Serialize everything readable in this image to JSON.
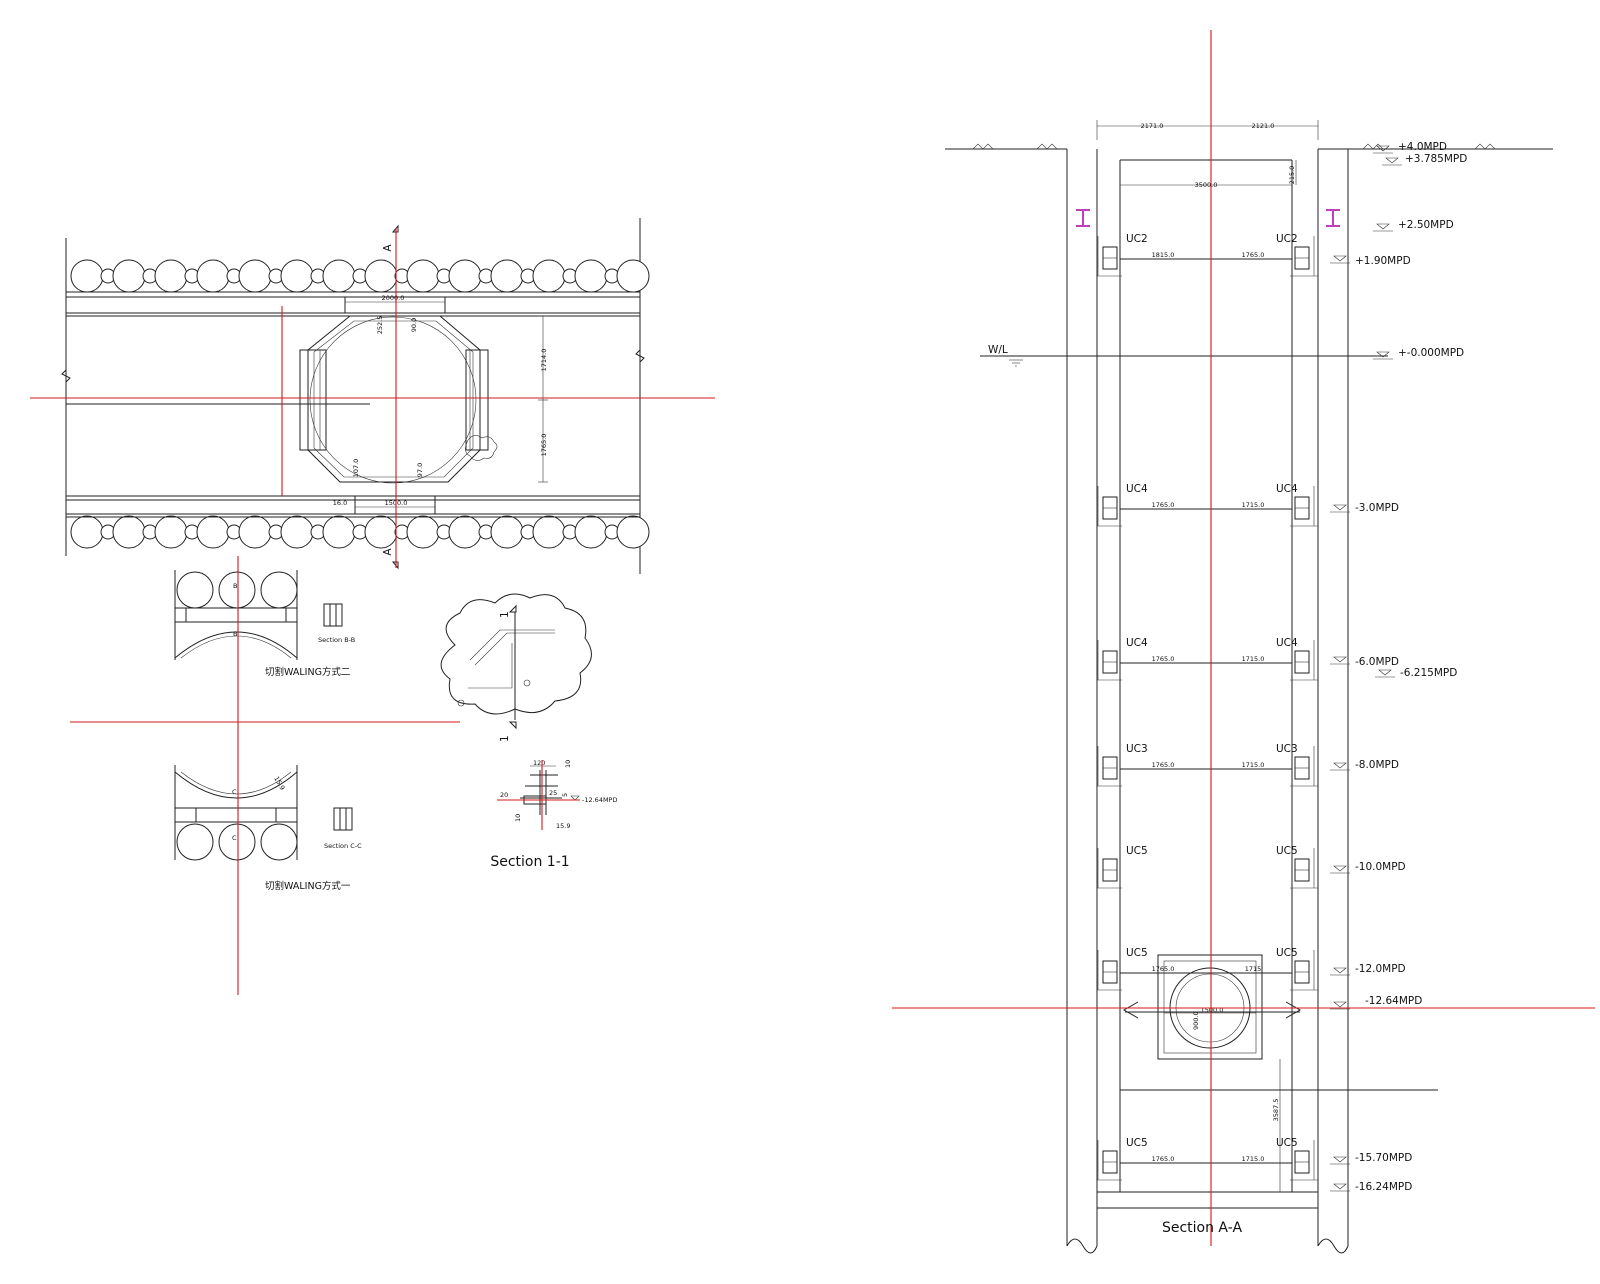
{
  "plan": {
    "section_marks": [
      "A",
      "A"
    ],
    "dims": {
      "top_width": "2000.0",
      "bottom_width": "1500.0",
      "left_gap": "16.0",
      "upper_height": "1714.0",
      "lower_height": "1765.0",
      "top_a": "252.5",
      "top_b": "90.0",
      "bot_a": "107.0",
      "bot_b": "97.0"
    }
  },
  "details": {
    "bb_mark": "Section B-B",
    "cc_mark": "Section C-C",
    "method2": "切割WALING方式二",
    "method1": "切割WALING方式一",
    "b_letters": [
      "B",
      "B"
    ],
    "c_letters": [
      "C",
      "C"
    ],
    "cc_dim": "15.9"
  },
  "section11": {
    "title": "Section 1-1",
    "marks": [
      "1",
      "1"
    ],
    "dims": {
      "d120": "120",
      "d10a": "10",
      "d20": "20",
      "d25": "25",
      "d5": "5",
      "d10b": "10",
      "d159": "15.9"
    },
    "level": "-12.64MPD"
  },
  "sectionAA": {
    "title": "Section A-A",
    "top_dims": [
      "2171.0",
      "2121.0"
    ],
    "inner_width": "3500.0",
    "top_offset": "215.0",
    "wl": "W/L",
    "levels": [
      {
        "label": "+4.0MPD"
      },
      {
        "label": "+3.785MPD"
      },
      {
        "label": "+2.50MPD"
      },
      {
        "label": "+1.90MPD"
      },
      {
        "label": "+-0.000MPD"
      },
      {
        "label": "-3.0MPD"
      },
      {
        "label": "-6.0MPD"
      },
      {
        "label": "-6.215MPD"
      },
      {
        "label": "-8.0MPD"
      },
      {
        "label": "-10.0MPD"
      },
      {
        "label": "-12.0MPD"
      },
      {
        "label": "-12.64MPD"
      },
      {
        "label": "-15.70MPD"
      },
      {
        "label": "-16.24MPD"
      }
    ],
    "struts": [
      {
        "left": "UC2",
        "right": "UC2",
        "dim_l": "1815.0",
        "dim_r": "1765.0"
      },
      {
        "left": "UC4",
        "right": "UC4",
        "dim_l": "1765.0",
        "dim_r": "1715.0"
      },
      {
        "left": "UC4",
        "right": "UC4",
        "dim_l": "1765.0",
        "dim_r": "1715.0"
      },
      {
        "left": "UC3",
        "right": "UC3",
        "dim_l": "1765.0",
        "dim_r": "1715.0"
      },
      {
        "left": "UC5",
        "right": "UC5",
        "dim_l": "",
        "dim_r": ""
      },
      {
        "left": "UC5",
        "right": "UC5",
        "dim_l": "1765.0",
        "dim_r": "1715"
      },
      {
        "left": "UC5",
        "right": "UC5",
        "dim_l": "1765.0",
        "dim_r": "1715.0"
      }
    ],
    "opening": {
      "width": "1500.0",
      "dia": "900.0",
      "depth": "3587.5"
    }
  }
}
